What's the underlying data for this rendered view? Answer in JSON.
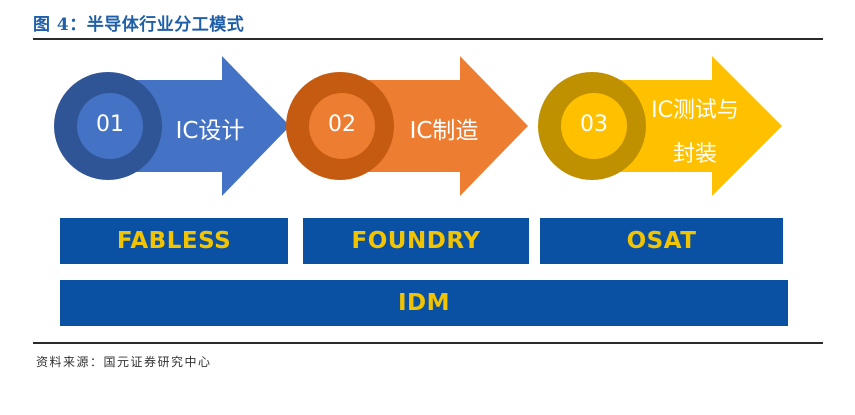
{
  "figure_title": "图 4：半导体行业分工模式",
  "steps": [
    {
      "number": "01",
      "label": "IC设计",
      "color": "#4472c4",
      "circle_color": "#2f5597"
    },
    {
      "number": "02",
      "label": "IC制造",
      "color": "#ed7d31",
      "circle_color": "#c55a11"
    },
    {
      "number": "03",
      "label_line1": "IC测试与",
      "label_line2": "封装",
      "color": "#ffc000",
      "circle_color": "#bf9000"
    }
  ],
  "bars": {
    "fabless": "FABLESS",
    "foundry": "FOUNDRY",
    "osat": "OSAT",
    "idm": "IDM"
  },
  "source": "资料来源：国元证券研究中心"
}
